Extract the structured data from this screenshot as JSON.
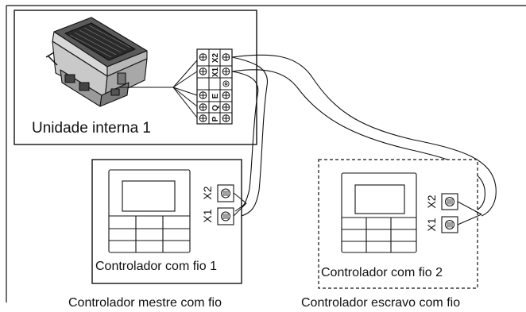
{
  "indoor_unit": {
    "label": "Unidade interna 1",
    "terminals": {
      "top": [
        "X2",
        "X1"
      ],
      "middle": [
        "E"
      ],
      "bottom": [
        "Q",
        "P"
      ]
    }
  },
  "controllers": [
    {
      "label": "Controlador com fio 1",
      "caption": "Controlador mestre com fio",
      "terminals": [
        "X2",
        "X1"
      ]
    },
    {
      "label": "Controlador com fio 2",
      "caption": "Controlador escravo com fio",
      "terminals": [
        "X2",
        "X1"
      ]
    }
  ],
  "colors": {
    "line": "#111111",
    "background": "#ffffff"
  }
}
